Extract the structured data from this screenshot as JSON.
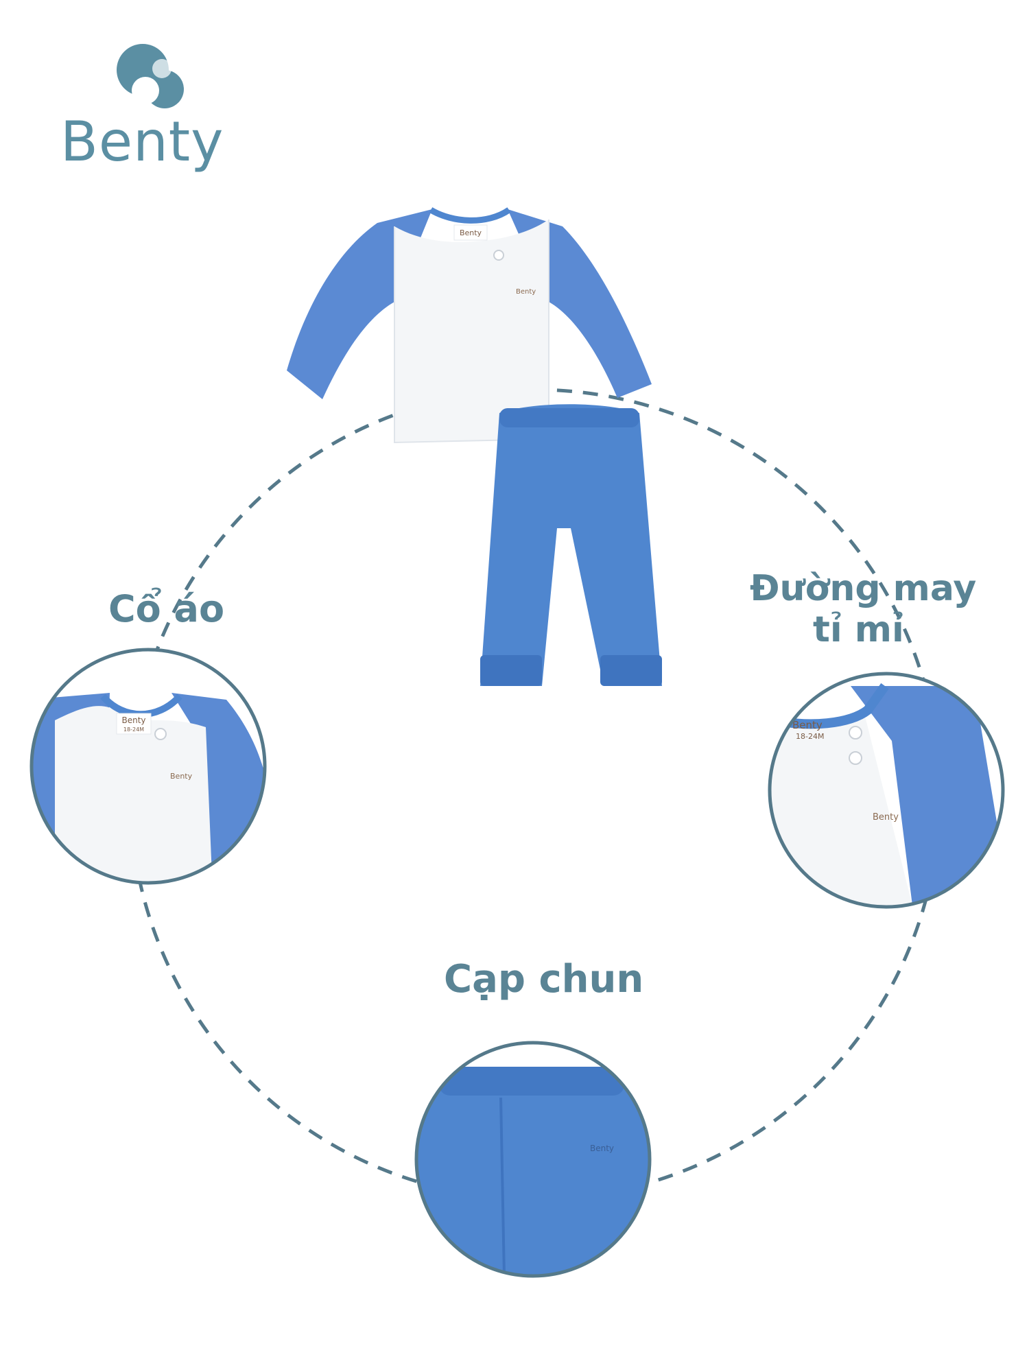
{
  "brand": {
    "name": "Benty",
    "logo_icon": "stylized-b-logo-icon"
  },
  "features": {
    "collar": {
      "label": "Cổ áo"
    },
    "stitching": {
      "label_line1": "Đường may",
      "label_line2": "tỉ mỉ"
    },
    "waistband": {
      "label": "Cạp chun"
    }
  },
  "garment_tags": {
    "brand": "Benty",
    "size": "18-24M"
  },
  "colors": {
    "accent": "#5a8495",
    "garment_blue": "#4f86cf",
    "garment_white": "#f4f6f8",
    "dash_ring": "#55798a"
  }
}
